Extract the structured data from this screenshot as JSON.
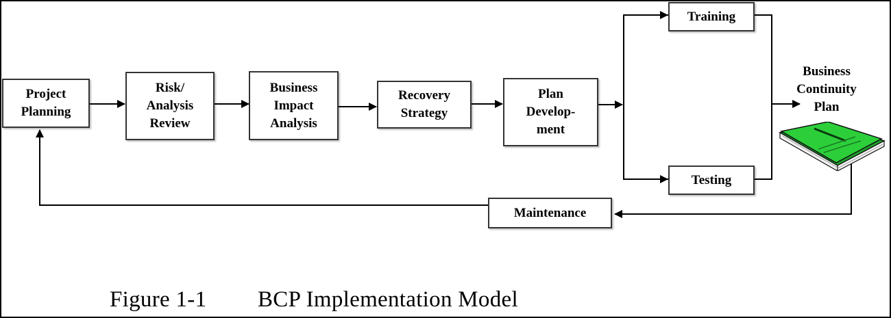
{
  "diagram": {
    "steps": {
      "project_planning": "Project\nPlanning",
      "risk_analysis_review": "Risk/\nAnalysis\nReview",
      "business_impact_analysis": "Business\nImpact\nAnalysis",
      "recovery_strategy": "Recovery\nStrategy",
      "plan_development": "Plan\nDevelop-\nment",
      "training": "Training",
      "testing": "Testing",
      "maintenance": "Maintenance"
    },
    "output_label": "Business\nContinuity\nPlan",
    "book_color": "#2ccf3a"
  },
  "caption": {
    "number": "Figure 1-1",
    "title": "BCP Implementation Model"
  }
}
